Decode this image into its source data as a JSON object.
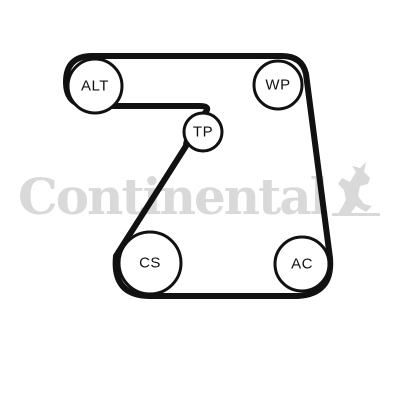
{
  "brand": {
    "watermark_text": "Continental",
    "watermark_color": "#d9d9d9"
  },
  "colors": {
    "belt": "#111111",
    "pulley_fill": "#ffffff",
    "background": "#ffffff"
  },
  "pulleys": {
    "alt": {
      "label": "ALT"
    },
    "wp": {
      "label": "WP"
    },
    "tp": {
      "label": "TP"
    },
    "cs": {
      "label": "CS"
    },
    "ac": {
      "label": "AC"
    }
  }
}
